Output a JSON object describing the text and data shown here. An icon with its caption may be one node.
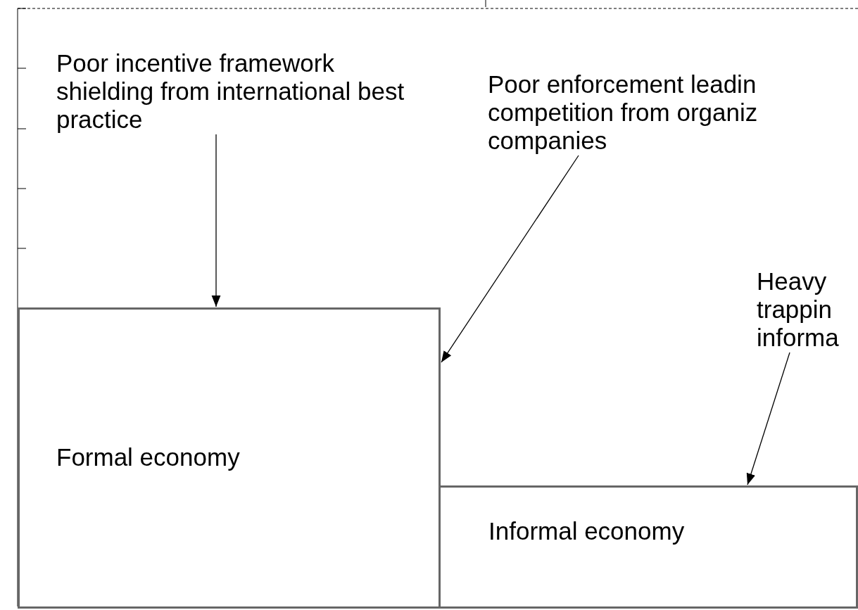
{
  "diagram": {
    "nodes": [
      {
        "text": [
          "Poor incentive framework shielding from international best practice"
        ]
      },
      {
        "text": [
          "Poor enforcement leadin competition from organiz companies"
        ]
      },
      {
        "text": [
          "Heavy trappin informa"
        ]
      },
      {
        "text": [
          "Formal economy"
        ]
      },
      {
        "text": [
          "Informal economy"
        ]
      }
    ],
    "edges": [
      {
        "from": 0,
        "to": 3,
        "arrow": "to"
      },
      {
        "from": 1,
        "to": 3,
        "arrow": "to"
      },
      {
        "from": 2,
        "to": 4,
        "arrow": "to"
      }
    ]
  }
}
